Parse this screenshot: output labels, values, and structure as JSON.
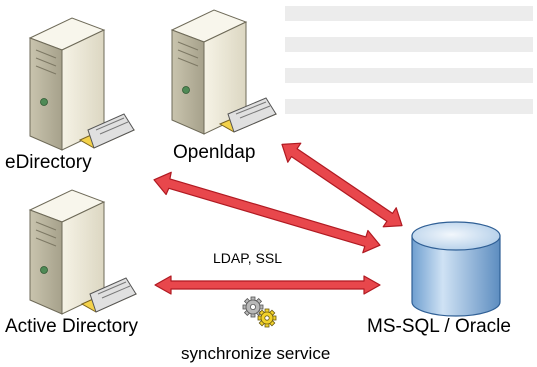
{
  "nodes": {
    "edirectory": {
      "label": "eDirectory",
      "icon": "server-icon"
    },
    "openldap": {
      "label": "Openldap",
      "icon": "server-icon"
    },
    "active_directory": {
      "label": "Active Directory",
      "icon": "server-icon"
    },
    "database": {
      "label": "MS-SQL / Oracle",
      "icon": "database-icon"
    },
    "sync_service": {
      "label": "synchronize service",
      "icon": "gears-icon"
    }
  },
  "edges": {
    "protocol_label": "LDAP, SSL"
  },
  "colors": {
    "arrow_fill": "#e8474c",
    "arrow_stroke": "#b01a22",
    "server_body": "#eeeada",
    "db_body": "#9cc0e2",
    "decor_bars": "#ececec"
  }
}
